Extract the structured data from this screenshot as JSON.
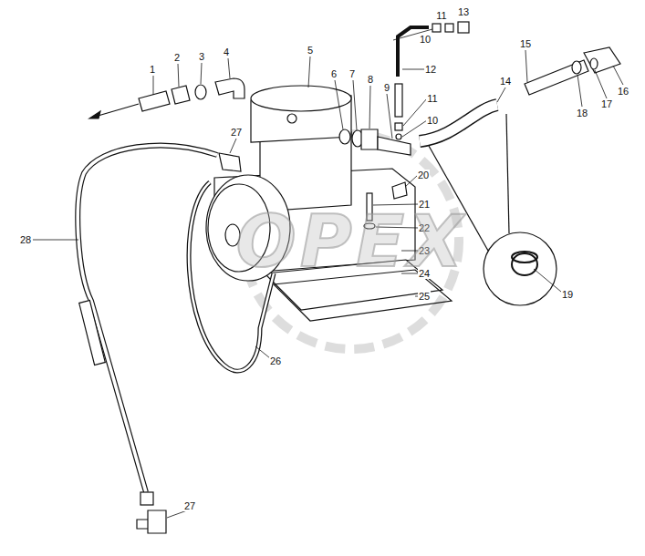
{
  "diagram": {
    "labels": [
      "1",
      "2",
      "3",
      "4",
      "5",
      "6",
      "7",
      "8",
      "9",
      "10",
      "11",
      "13",
      "12",
      "11",
      "10",
      "14",
      "15",
      "16",
      "17",
      "18",
      "27",
      "20",
      "21",
      "22",
      "23",
      "24",
      "25",
      "19",
      "28",
      "26",
      "27",
      "OPEX"
    ]
  }
}
